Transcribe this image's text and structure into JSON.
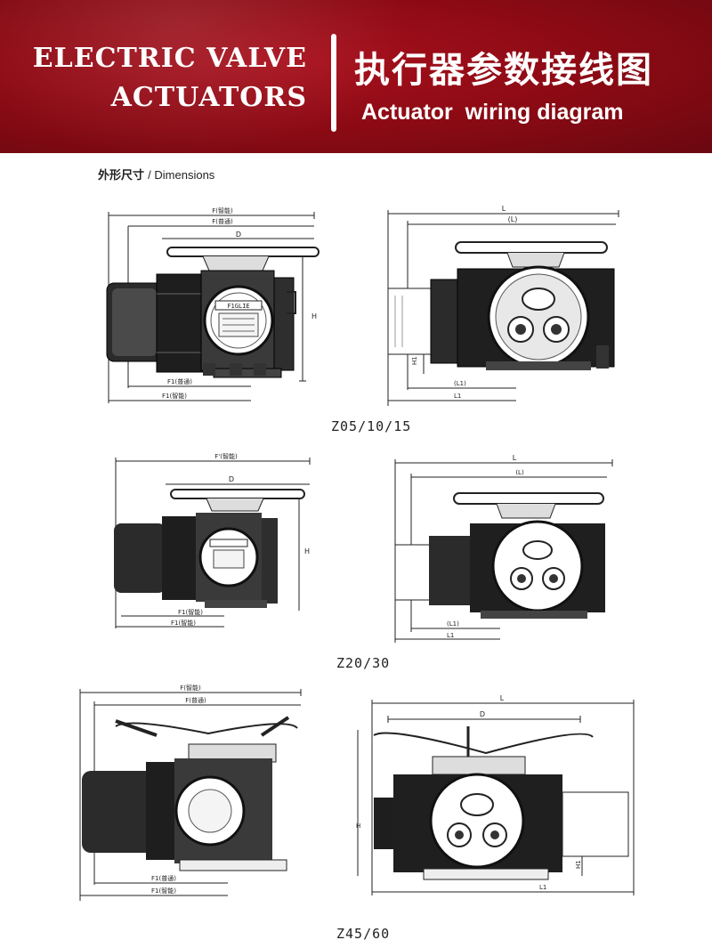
{
  "header": {
    "brand_line1": "ELECTRIC VALVE",
    "brand_line2": "ACTUATORS",
    "title_cn": "执行器参数接线图",
    "title_en": "Actuator  wiring diagram",
    "bg_color": "#8f0b16"
  },
  "section": {
    "label_cn": "外形尺寸",
    "label_en": "/ Dimensions"
  },
  "dimension_labels": {
    "f_hand": "F(智能)",
    "f_norm": "F(普通)",
    "f_hand2": "F'(智能)",
    "d": "D",
    "h": "H",
    "h1": "H1",
    "f1_norm": "F1(普通)",
    "f1_hand": "F1(智能)",
    "l": "L",
    "l_paren": "(L)",
    "l1": "L1",
    "l1_paren": "(L1)"
  },
  "nameplate_text": "F1GLIE",
  "models": [
    "Z05/10/15",
    "Z20/30",
    "Z45/60"
  ]
}
